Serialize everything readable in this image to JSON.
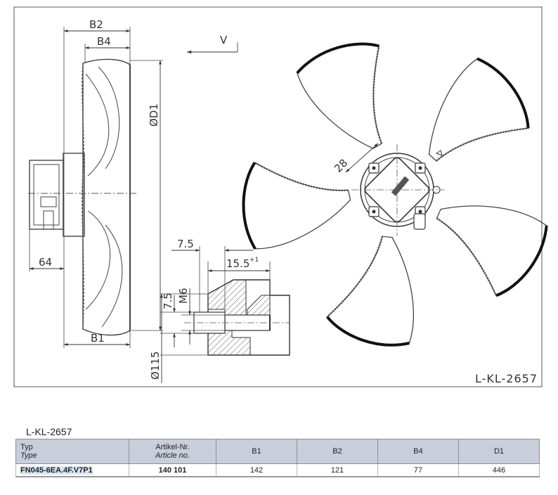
{
  "drawing": {
    "code": "L-KL-2657",
    "dim_labels": {
      "b2": "B2",
      "b4": "B4",
      "b1": "B1",
      "d1": "ØD1",
      "d64": "64",
      "view": "V",
      "d28": "28",
      "d7_5_top": "7.5",
      "d15_5": "15.5",
      "tol": "+1",
      "d7_5_side": "7.5",
      "m6": "M6",
      "d115": "Ø115"
    }
  },
  "table": {
    "caption": "L-KL-2657",
    "headers": {
      "typ": "Typ",
      "type": "Type",
      "artikel": "Artikel-Nr.",
      "article": "Article no.",
      "b1": "B1",
      "b2": "B2",
      "b4": "B4",
      "d1": "D1"
    },
    "row": {
      "type": "FN045-6EA.4F.V7P1",
      "article": "140 101",
      "b1": "142",
      "b2": "121",
      "b4": "77",
      "d1": "446"
    }
  }
}
